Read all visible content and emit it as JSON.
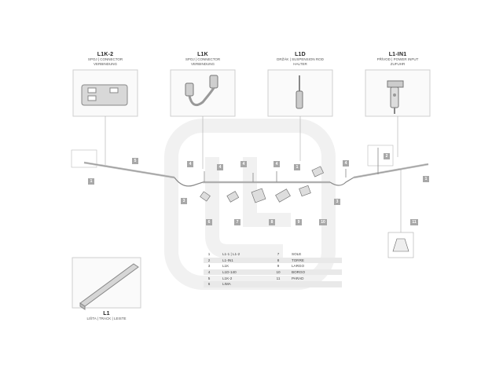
{
  "products": [
    {
      "code": "L1K-2",
      "lines": [
        "SPOJ | CONNECTOR",
        "VERBINDUNG"
      ]
    },
    {
      "code": "L1K",
      "lines": [
        "SPOJ | CONNECTOR",
        "VERBINDUNG"
      ]
    },
    {
      "code": "L1D",
      "lines": [
        "DRŽÁK | SUSPENSION ROD",
        "HALTER"
      ]
    },
    {
      "code": "L1-IN1",
      "lines": [
        "PŘÍVOD | POWER INPUT",
        "ZUFUHR"
      ]
    }
  ],
  "track": {
    "code": "L1",
    "desc": "LIŠTA | TRACK | LEISTE"
  },
  "legend": [
    {
      "n1": "1",
      "t1": "L1-1 | L1-2",
      "n2": "7",
      "t2": "SOLE"
    },
    {
      "n1": "2",
      "t1": "L1-IN1",
      "n2": "8",
      "t2": "TORRE"
    },
    {
      "n1": "3",
      "t1": "L1K",
      "n2": "9",
      "t2": "LARGO"
    },
    {
      "n1": "4",
      "t1": "L1D-140",
      "n2": "10",
      "t2": "BORGO"
    },
    {
      "n1": "5",
      "t1": "L1K-2",
      "n2": "11",
      "t2": "PARAD"
    },
    {
      "n1": "6",
      "t1": "LIMA",
      "n2": "",
      "t2": ""
    }
  ],
  "callouts": {
    "c1a": "1",
    "c5": "5",
    "c4a": "4",
    "c4b": "4",
    "c4c": "4",
    "c4d": "4",
    "c1b": "1",
    "c4e": "4",
    "c2": "2",
    "c1c": "1",
    "c3a": "3",
    "c6": "6",
    "c7": "7",
    "c8": "8",
    "c9": "9",
    "c10": "10",
    "c3b": "3",
    "c11": "11"
  }
}
